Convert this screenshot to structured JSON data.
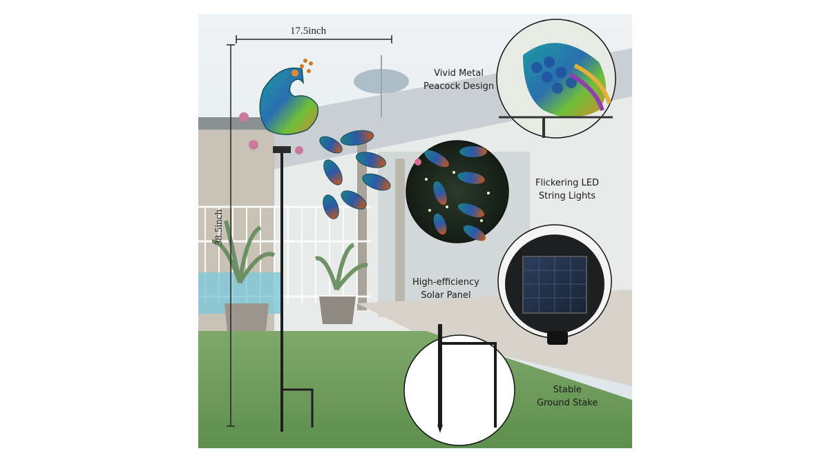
{
  "dimensions": {
    "width_label": "17.5inch",
    "height_label": "38.5inch"
  },
  "callouts": {
    "design": {
      "line1": "Vivid Metal",
      "line2": "Peacock Design"
    },
    "led": {
      "line1": "Flickering LED",
      "line2": "String Lights"
    },
    "solar": {
      "line1": "High-efficiency",
      "line2": "Solar Panel"
    },
    "stake": {
      "line1": "Stable",
      "line2": "Ground Stake"
    }
  }
}
